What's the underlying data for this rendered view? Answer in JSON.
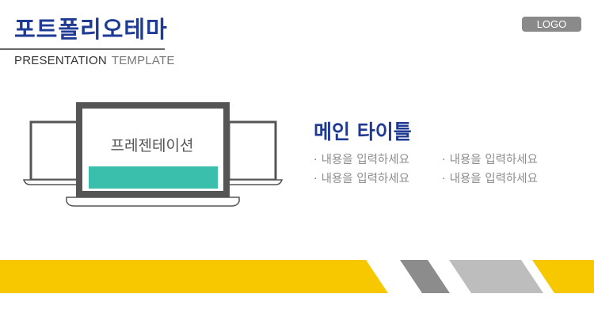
{
  "header": {
    "title": "포트폴리오테마",
    "subtitle_main": "PRESENTATION",
    "subtitle_sub": "TEMPLATE"
  },
  "logo": {
    "label": "LOGO"
  },
  "illustration": {
    "screen_text": "프레젠테이션"
  },
  "main": {
    "title": "메인 타이틀",
    "bullet_marker": "·",
    "bullets": [
      "내용을 입력하세요",
      "내용을 입력하세요",
      "내용을 입력하세요",
      "내용을 입력하세요"
    ]
  },
  "colors": {
    "title_blue": "#1f3a93",
    "accent_teal": "#3bbfad",
    "stripe_yellow": "#f7c800",
    "stripe_dark_gray": "#8c8c8c",
    "stripe_light_gray": "#bdbdbd",
    "device_frame": "#555555",
    "logo_bg": "#8a8a8a"
  }
}
